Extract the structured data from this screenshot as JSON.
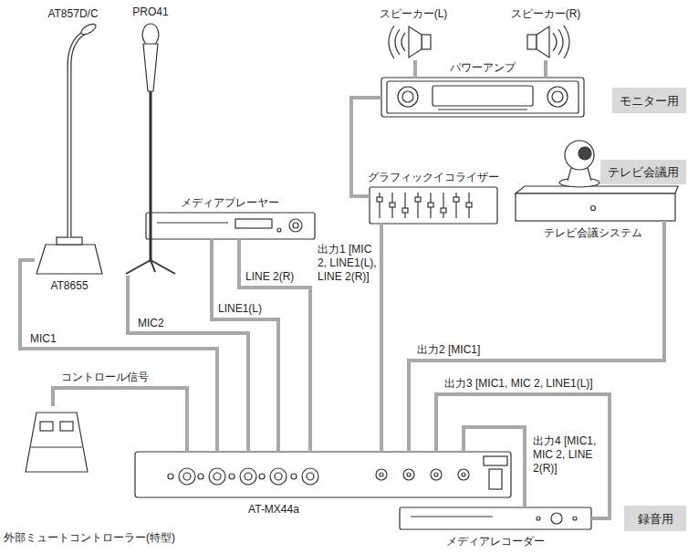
{
  "diagram": {
    "nodes": [
      {
        "text": [
          "スピーカー(L)"
        ]
      },
      {
        "text": [
          "スピーカー(R)"
        ]
      },
      {
        "text": [
          "パワーアンプ"
        ]
      },
      {
        "text": [
          "モニター用"
        ]
      },
      {
        "text": [
          "AT857D/C",
          "AT8655"
        ]
      },
      {
        "text": [
          "PRO41"
        ]
      },
      {
        "text": [
          "グラフィックイコライザー"
        ]
      },
      {
        "text": [
          "メディアプレーヤー"
        ]
      },
      {
        "text": [
          "テレビ会議用"
        ]
      },
      {
        "text": [
          "テレビ会議システム"
        ]
      },
      {
        "text": [
          "外部ミュートコントローラー(特型)"
        ]
      },
      {
        "text": [
          "AT-MX44a"
        ]
      },
      {
        "text": [
          "録音用"
        ]
      },
      {
        "text": [
          "メディアレコーダー"
        ]
      }
    ],
    "edges": [
      {
        "from": 2,
        "to": 0,
        "arrow": "none"
      },
      {
        "from": 2,
        "to": 1,
        "arrow": "none"
      },
      {
        "from": 6,
        "to": 2,
        "arrow": "none"
      },
      {
        "from": 11,
        "to": 6,
        "label": "出力1 [MIC 2, LINE1(L), LINE 2(R)]",
        "arrow": "none"
      },
      {
        "from": 11,
        "to": 9,
        "label": "出力2 [MIC1]",
        "arrow": "none"
      },
      {
        "from": 11,
        "to": 13,
        "label": "出力3 [MIC1, MIC 2, LINE1(L)]",
        "arrow": "none"
      },
      {
        "from": 11,
        "to": 13,
        "label": "出力4 [MIC1, MIC 2, LINE 2(R)]",
        "arrow": "none"
      },
      {
        "from": 7,
        "to": 11,
        "label": "LINE 2(R)",
        "arrow": "none"
      },
      {
        "from": 7,
        "to": 11,
        "label": "LINE1(L)",
        "arrow": "none"
      },
      {
        "from": 5,
        "to": 11,
        "label": "MIC2",
        "arrow": "none"
      },
      {
        "from": 4,
        "to": 11,
        "label": "MIC1",
        "arrow": "none"
      },
      {
        "from": 10,
        "to": 11,
        "label": "コントロール信号",
        "arrow": "none"
      }
    ]
  }
}
